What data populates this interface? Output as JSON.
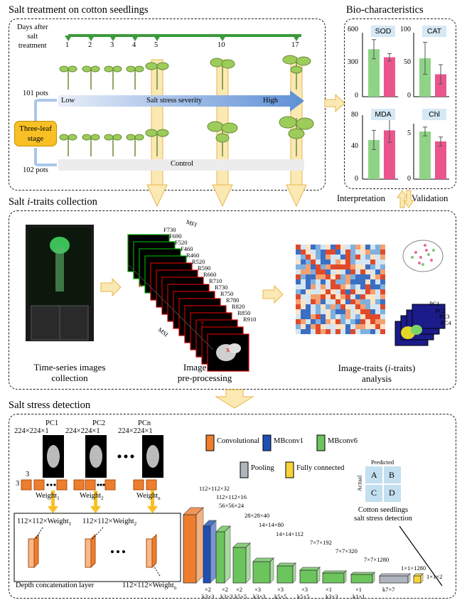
{
  "top_panel": {
    "title": "Salt treatment on cotton seedlings",
    "days_label": "Days after\nsalt\ntreatment",
    "days": [
      "1",
      "2",
      "3",
      "4",
      "5",
      "10",
      "17"
    ],
    "pots_treatment": "101 pots",
    "pots_control": "102 pots",
    "low": "Low",
    "severity": "Salt stress severity",
    "high": "High",
    "three_leaf": "Three-leaf\nstage",
    "control": "Control"
  },
  "bio": {
    "title": "Bio-characteristics",
    "charts": [
      {
        "label": "SOD",
        "ticks": [
          "600",
          "300",
          "0"
        ],
        "green": 445,
        "pink": 370,
        "max": 600,
        "ge": 90,
        "pe": 35
      },
      {
        "label": "CAT",
        "ticks": [
          "100",
          "50",
          "0"
        ],
        "green": 60,
        "pink": 35,
        "max": 100,
        "ge": 25,
        "pe": 15
      },
      {
        "label": "MDA",
        "ticks": [
          "80",
          "40",
          "0"
        ],
        "green": 49,
        "pink": 61,
        "max": 80,
        "ge": 12,
        "pe": 15
      },
      {
        "label": "Chl",
        "ticks": [
          "5",
          "0"
        ],
        "green": 4.3,
        "pink": 3.4,
        "max": 5,
        "ge": 0.4,
        "pe": 0.4
      }
    ],
    "interpretation": "Interpretation",
    "validation": "Validation",
    "colors": {
      "green": "#8fd486",
      "pink": "#e9558c"
    }
  },
  "middle_panel": {
    "title_prefix": "Salt ",
    "title_italic": "i",
    "title_suffix": "-traits collection",
    "time_series": "Time-series images\ncollection",
    "cube_caption": "Image cube\npre-processing",
    "mfi": "MFI",
    "msi": "MSI",
    "lambda": "λ",
    "y": "y",
    "x": "x",
    "bands": [
      "F730",
      "F690",
      "F520",
      "F460",
      "R460",
      "R520",
      "R590",
      "R660",
      "R710",
      "R730",
      "R750",
      "R780",
      "R820",
      "R850",
      "R910"
    ],
    "analysis_line1": "Image-traits (",
    "analysis_italic": "i",
    "analysis_line1b": "-traits)",
    "analysis_line2": "analysis",
    "pcs": [
      "PC1",
      "PC2",
      "PC3",
      "PC4"
    ]
  },
  "bottom_panel": {
    "title": "Salt stress detection",
    "pcs": [
      {
        "name": "PC1",
        "dim": "224×224×1"
      },
      {
        "name": "PC2",
        "dim": "224×224×1"
      },
      {
        "name": "PCn",
        "dim": "224×224×1"
      }
    ],
    "k3": "3",
    "weights": [
      "Weight",
      "Weight",
      "Weight"
    ],
    "weight_subs": [
      "1",
      "2",
      "n"
    ],
    "feat_dims": [
      "112×112×Weight",
      "112×112×Weight",
      "112×112×Weight"
    ],
    "depth_layer": "Depth concatenation layer",
    "legend": {
      "conv": "Convolutional",
      "mb1": "MBconv1",
      "mb6": "MBconv6",
      "pool": "Pooling",
      "fc": "Fully connected"
    },
    "dims": [
      "112×112×32",
      "112×112×16",
      "56×56×24",
      "28×28×40",
      "14×14×80",
      "14×14×112",
      "7×7×192",
      "7×7×320",
      "7×7×1280",
      "1×1×1280",
      "1×1×2"
    ],
    "reps": [
      "×2",
      "×2",
      "×2",
      "×3",
      "×3",
      "×3",
      "×1",
      "×1"
    ],
    "kernels": [
      "k3×3",
      "k3×3",
      "k5×5",
      "k3×3",
      "k5×5",
      "k5×5",
      "k3×3",
      "k1×1",
      "k7×7"
    ],
    "matrix": {
      "predicted": "Predicted",
      "actual": "Actual",
      "cells": [
        "A",
        "B",
        "C",
        "D"
      ]
    },
    "detection": "Cotton seedlings\nsalt stress detection"
  }
}
